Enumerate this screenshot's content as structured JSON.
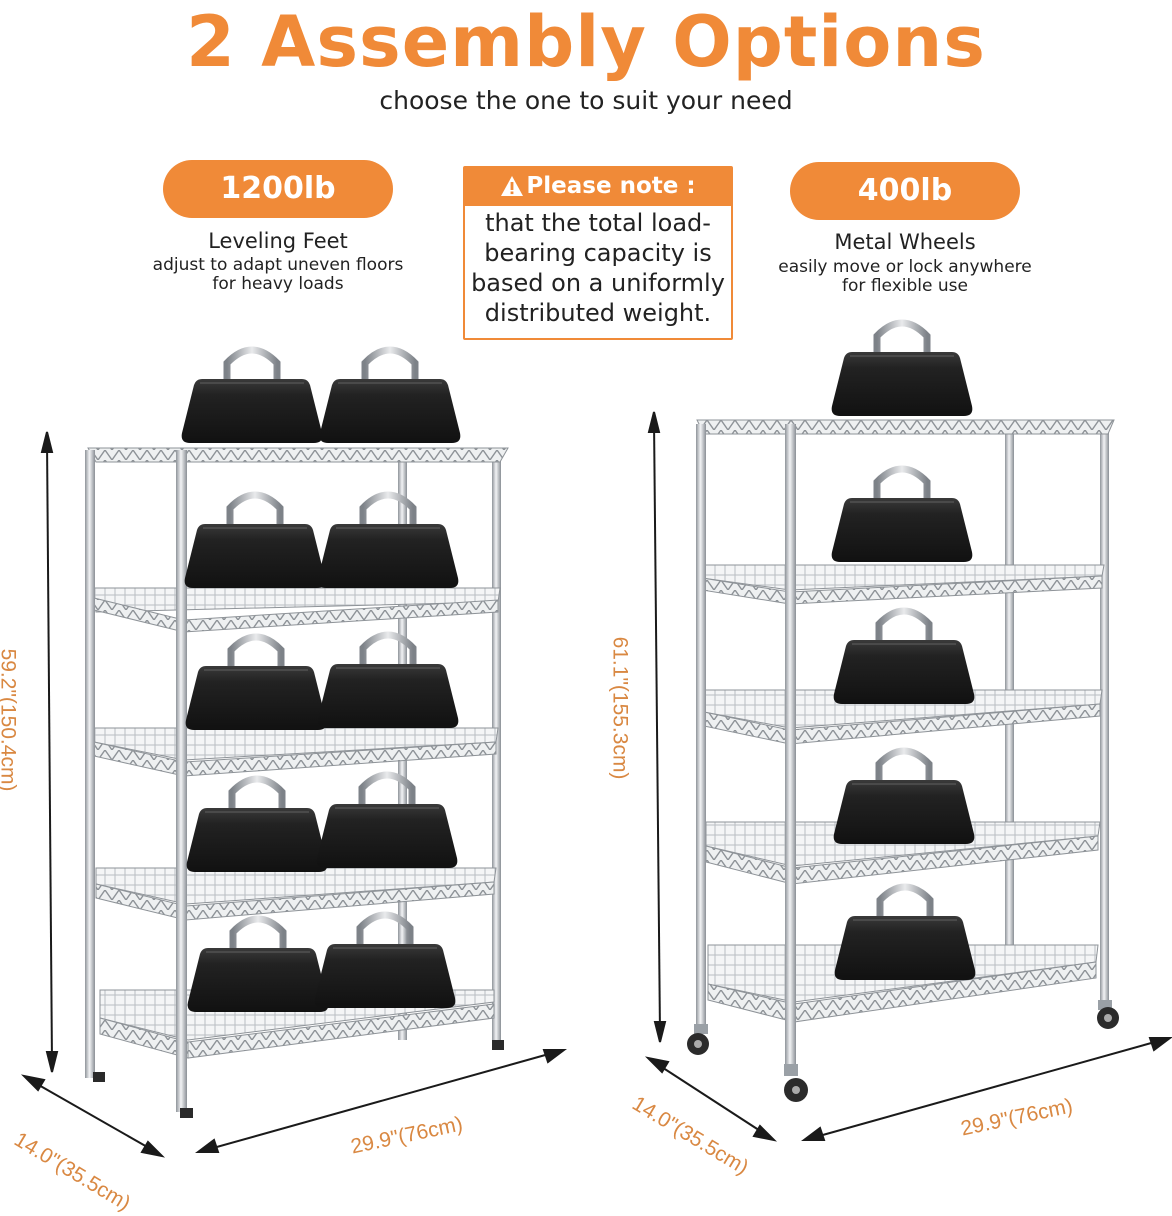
{
  "header": {
    "title": "2 Assembly Options",
    "subtitle": "choose the one to suit your need"
  },
  "options": [
    {
      "capacity": "1200lb",
      "name": "Leveling Feet",
      "desc_line1": "adjust to adapt uneven floors",
      "desc_line2": "for heavy loads"
    },
    {
      "capacity": "400lb",
      "name": "Metal Wheels",
      "desc_line1": "easily move or lock anywhere",
      "desc_line2": "for flexible use"
    }
  ],
  "note": {
    "heading": "Please note :",
    "line1": "that the total load-",
    "line2": "bearing capacity is",
    "line3": "based on a uniformly",
    "line4": "distributed weight."
  },
  "dimensions": {
    "left_height": "59.2\"(150.4cm)",
    "left_depth": "14.0\"(35.5cm)",
    "left_width": "29.9\"(76cm)",
    "right_height": "61.1\"(155.3cm)",
    "right_depth": "14.0\"(35.5cm)",
    "right_width": "29.9\"(76cm)"
  },
  "colors": {
    "accent": "#f08a38",
    "dimension_text": "#d98842",
    "weight": "#1f1f1f",
    "chrome": "#b8bcc2"
  }
}
